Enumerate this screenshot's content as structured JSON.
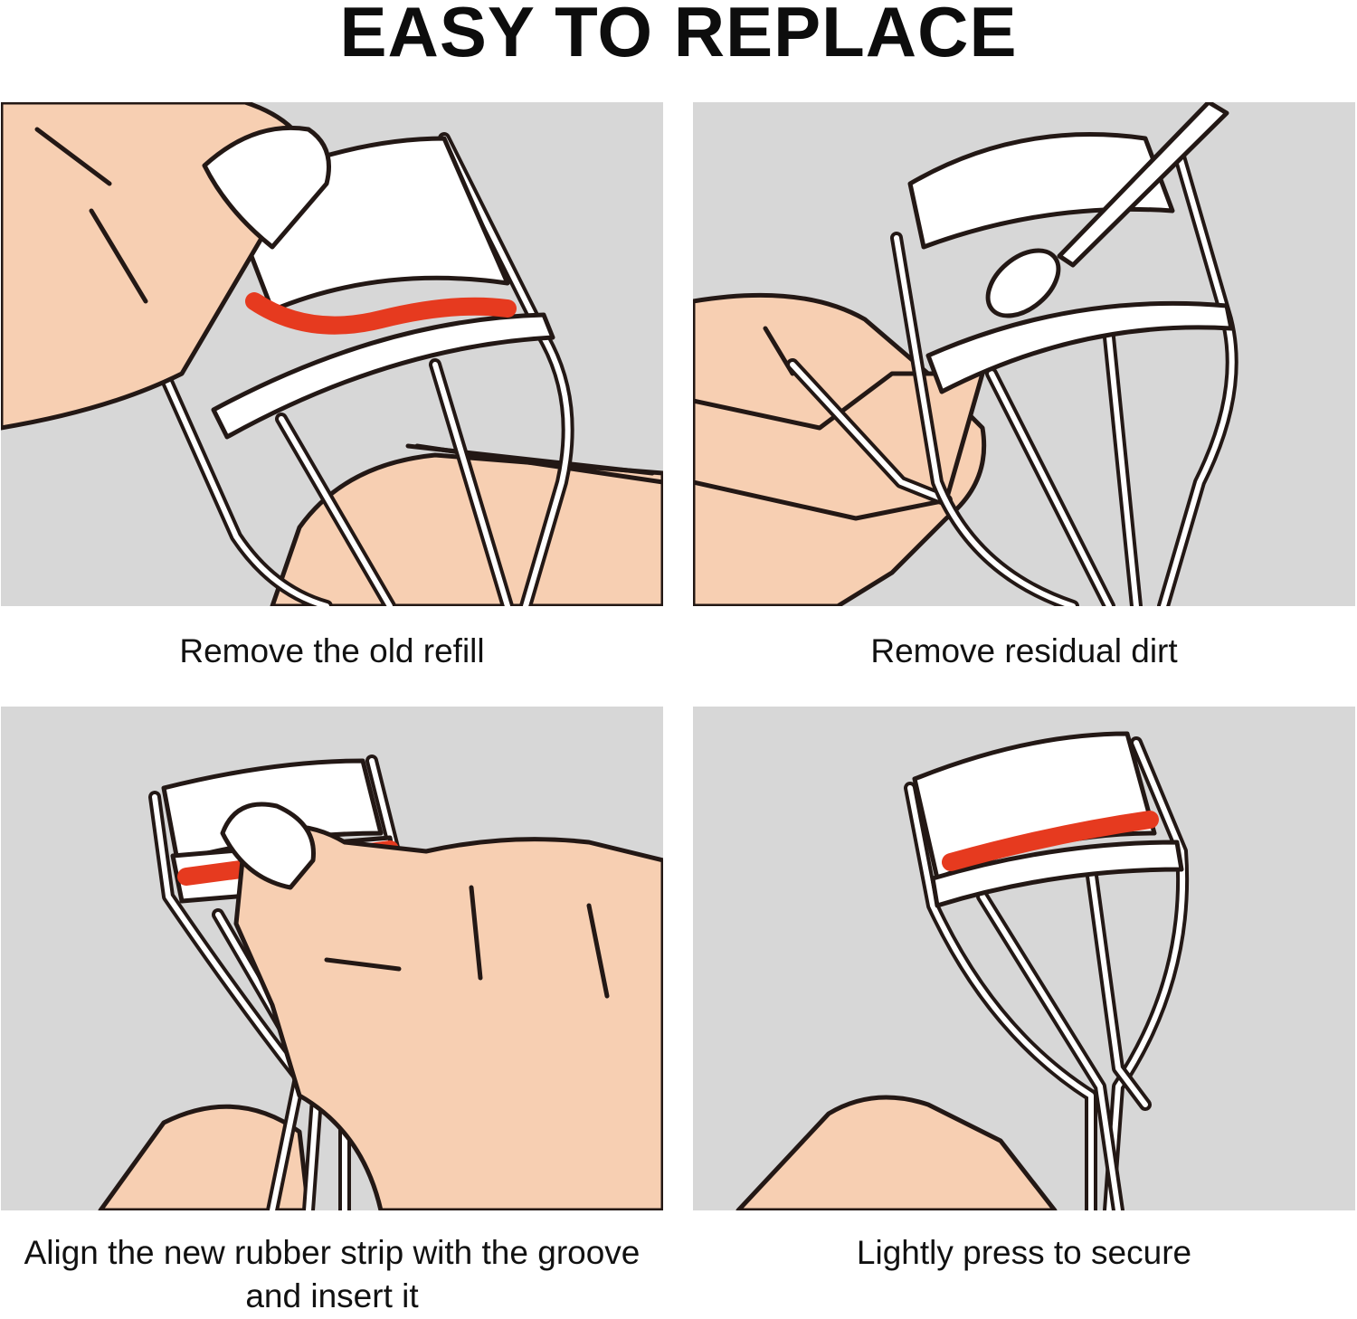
{
  "title": "EASY TO REPLACE",
  "steps": [
    {
      "caption": "Remove the old refill"
    },
    {
      "caption": "Remove residual dirt"
    },
    {
      "caption": "Align the new rubber strip with the groove and insert it"
    },
    {
      "caption": "Lightly press to secure"
    }
  ],
  "colors": {
    "panel_background": "#d7d7d7",
    "skin": "#f7cfb2",
    "rubber_strip": "#e63a1f",
    "outline": "#231815"
  }
}
